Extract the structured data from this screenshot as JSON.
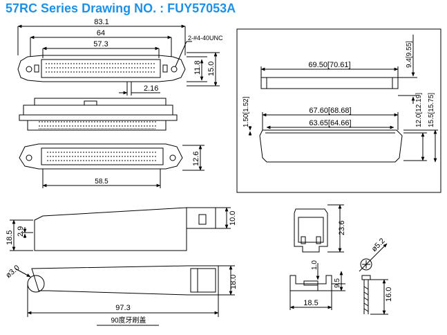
{
  "title": "57RC Series    Drawing NO. : FUY57053A",
  "top_view": {
    "dim_overall": "83.1",
    "dim_mid": "64",
    "dim_inner": "57.3",
    "dim_hole": "2-#4-40UNC",
    "dim_h1": "11.8",
    "dim_h2": "15.0",
    "dim_offset": "2.16"
  },
  "front_view": {
    "dim_height": "12.6",
    "dim_width": "58.5"
  },
  "shell_view": {
    "dim_a": "69.50[70.61]",
    "dim_b": "9.4[9.55]",
    "dim_c": "1.50[1.52]",
    "dim_d": "67.60[68.68]",
    "dim_e": "63.65[64.66]",
    "dim_f": "12.0[12.19]",
    "dim_g": "15.5[15.75]"
  },
  "cover_side": {
    "dim_a": "18.5",
    "dim_b": "2.9",
    "dim_c": "10.0"
  },
  "cover_top": {
    "dim_hole": "ø3.0",
    "dim_h": "18.0",
    "dim_len": "97.3"
  },
  "cover_end": {
    "dim_h": "23.6",
    "dim_a": "1.0",
    "dim_b": "9.5",
    "dim_w": "18.5"
  },
  "screw": {
    "dim_d": "ø5.2",
    "dim_len": "16.0"
  },
  "caption": "90度牙刷盖"
}
